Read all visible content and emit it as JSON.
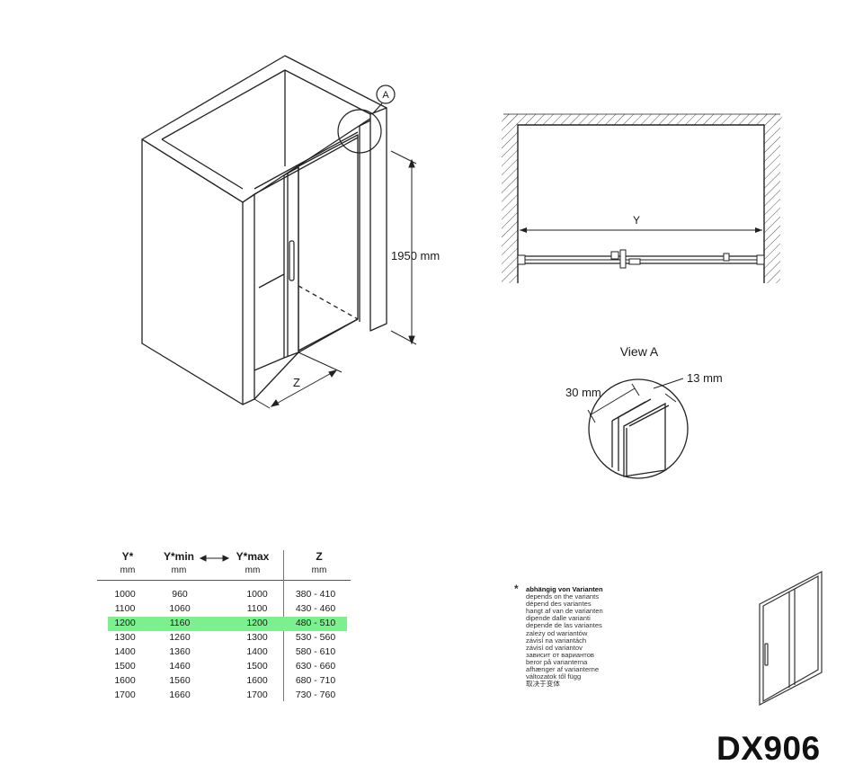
{
  "callout_marker": "A",
  "height_label": "1950 mm",
  "z_label": "Z",
  "y_label": "Y",
  "view_title": "View A",
  "view_dims": {
    "depth": "30 mm",
    "thickness": "13 mm"
  },
  "table": {
    "headers": [
      {
        "label": "Y*",
        "unit": "mm"
      },
      {
        "label": "Y*min",
        "unit": "mm"
      },
      {
        "label": "Y*max",
        "unit": "mm"
      },
      {
        "label": "Z",
        "unit": "mm"
      }
    ],
    "rows": [
      [
        "1000",
        "960",
        "1000",
        "380 - 410"
      ],
      [
        "1100",
        "1060",
        "1100",
        "430 - 460"
      ],
      [
        "1200",
        "1160",
        "1200",
        "480 - 510"
      ],
      [
        "1300",
        "1260",
        "1300",
        "530 - 560"
      ],
      [
        "1400",
        "1360",
        "1400",
        "580 - 610"
      ],
      [
        "1500",
        "1460",
        "1500",
        "630 - 660"
      ],
      [
        "1600",
        "1560",
        "1600",
        "680 - 710"
      ],
      [
        "1700",
        "1660",
        "1700",
        "730 - 760"
      ]
    ],
    "highlight_row": 2,
    "highlight_color": "#7cf08f"
  },
  "note": {
    "asterisk": "*",
    "lines": [
      "abhängig von Varianten",
      "depends on the variants",
      "dépend des variantes",
      "hangt af van de varianten",
      "dipende dalle varianti",
      "depende de las variantes",
      "zależy od wariantów",
      "závisí na variantách",
      "závisí od variantov",
      "зависит от вариантов",
      "beror på varianterna",
      "afhænger af varianterne",
      "változatok től függ",
      "取决于变体"
    ]
  },
  "model": "DX906"
}
